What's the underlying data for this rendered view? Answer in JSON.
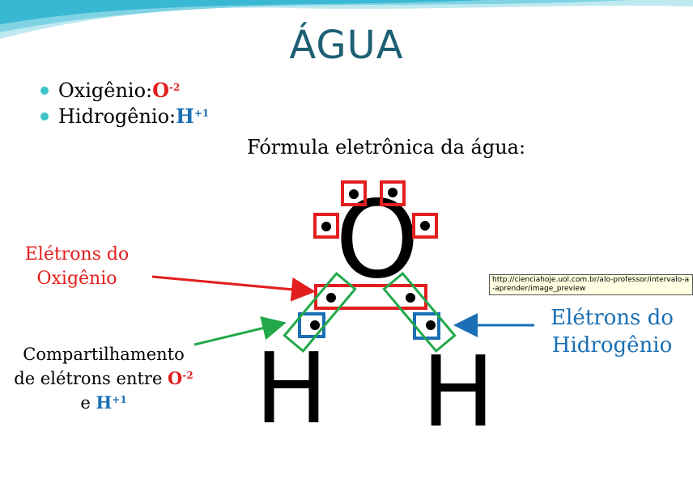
{
  "title": "ÁGUA",
  "bullets": [
    {
      "text": "Oxigênio: ",
      "symbol": "O",
      "charge": "-2",
      "color": "red"
    },
    {
      "text": "Hidrogênio: ",
      "symbol": "H",
      "charge": "+1",
      "color": "blue"
    }
  ],
  "formula_title": "Fórmula eletrônica da água:",
  "labels": {
    "oxygen_electrons": [
      "Elétrons do",
      "Oxigênio"
    ],
    "hydrogen_electrons": [
      "Elétrons do",
      "Hidrogênio"
    ],
    "sharing": {
      "line1": "Compartilhamento",
      "line2_prefix": "de elétrons entre ",
      "o_symbol": "O",
      "o_charge": "-2",
      "line3_prefix": "e ",
      "h_symbol": "H",
      "h_charge": "+1"
    }
  },
  "atoms": {
    "oxygen": "O",
    "hydrogen_left": "H",
    "hydrogen_right": "H"
  },
  "tooltip": "http://cienciahoje.uol.com.br/alo-professor/intervalo-a-aprender/image_preview",
  "colors": {
    "title": "#1d5f73",
    "oxygen": "#e21e1e",
    "hydrogen": "#1a6fb5",
    "shared": "#22a84a",
    "bullet": "#3cc3c9"
  }
}
